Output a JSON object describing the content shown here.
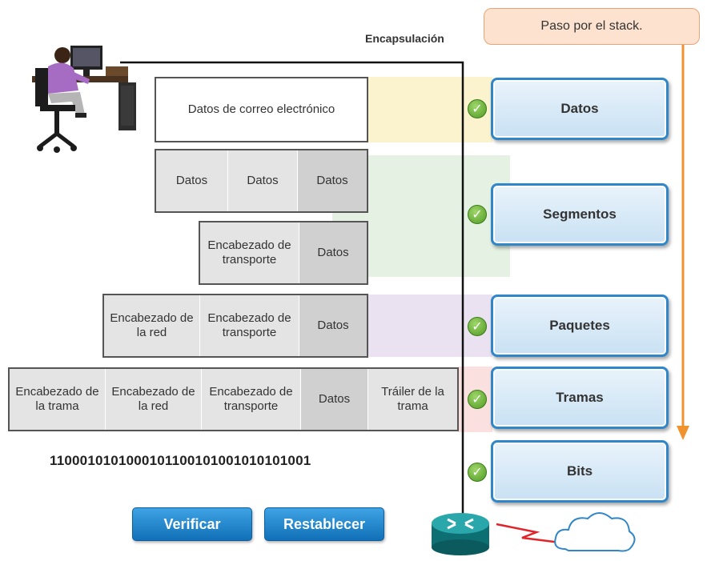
{
  "header": {
    "encapsulation_label": "Encapsulación",
    "callout_text": "Paso por el stack."
  },
  "colors": {
    "stack_border": "#2f86c8",
    "arrow": "#f0922e",
    "check_green": "#4f9a24",
    "action_button": "#1a7fc6"
  },
  "layers": [
    {
      "row": "datos",
      "cells": [
        "Datos de correo electrónico"
      ]
    },
    {
      "row": "segmentos-1",
      "cells": [
        "Datos",
        "Datos",
        "Datos"
      ]
    },
    {
      "row": "segmentos-2",
      "cells": [
        "Encabezado de transporte",
        "Datos"
      ]
    },
    {
      "row": "paquetes",
      "cells": [
        "Encabezado de la red",
        "Encabezado de transporte",
        "Datos"
      ]
    },
    {
      "row": "tramas",
      "cells": [
        "Encabezado de la trama",
        "Encabezado de la red",
        "Encabezado de transporte",
        "Datos",
        "Tráiler de la trama"
      ]
    }
  ],
  "bits": "1100010101000101100101001010101001",
  "stack": [
    {
      "label": "Datos",
      "checked": true
    },
    {
      "label": "Segmentos",
      "checked": true
    },
    {
      "label": "Paquetes",
      "checked": true
    },
    {
      "label": "Tramas",
      "checked": true
    },
    {
      "label": "Bits",
      "checked": true
    }
  ],
  "buttons": {
    "verify": "Verificar",
    "reset": "Restablecer"
  },
  "icons": {
    "user": "person-at-computer-icon",
    "router": "router-icon",
    "cloud": "cloud-icon",
    "check": "check-icon",
    "arrow": "down-arrow-icon"
  }
}
